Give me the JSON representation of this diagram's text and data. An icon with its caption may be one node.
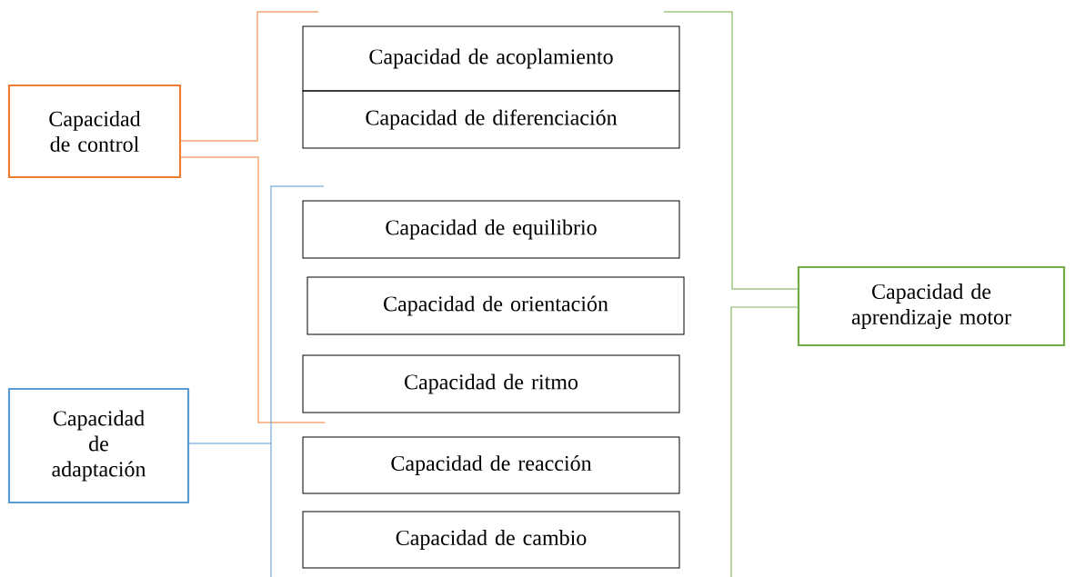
{
  "diagram": {
    "nodes": [
      {
        "text": [
          "Capacidad de control"
        ]
      },
      {
        "text": [
          "Capacidad de acoplamiento"
        ]
      },
      {
        "text": [
          "Capacidad de diferenciación"
        ]
      },
      {
        "text": [
          "Capacidad de equilibrio"
        ]
      },
      {
        "text": [
          "Capacidad de aprendizaje motor"
        ]
      },
      {
        "text": [
          "Capacidad de orientación"
        ]
      },
      {
        "text": [
          "Capacidad de ritmo"
        ]
      },
      {
        "text": [
          "Capacidad de adaptación"
        ]
      },
      {
        "text": [
          "Capacidad de reacción"
        ]
      },
      {
        "text": [
          "Capacidad de cambio"
        ]
      }
    ],
    "edges": [
      {
        "from": 0,
        "to": null,
        "arrow": "none",
        "color": "#ed7d31"
      },
      {
        "from": 0,
        "to": 6,
        "arrow": "none",
        "color": "#ed7d31"
      },
      {
        "from": 7,
        "to": null,
        "arrow": "none",
        "color": "#5b9bd5"
      },
      {
        "from": 4,
        "to": null,
        "arrow": "none",
        "color": "#70ad47"
      },
      {
        "from": 4,
        "to": null,
        "arrow": "none",
        "color": "#70ad47"
      }
    ]
  }
}
